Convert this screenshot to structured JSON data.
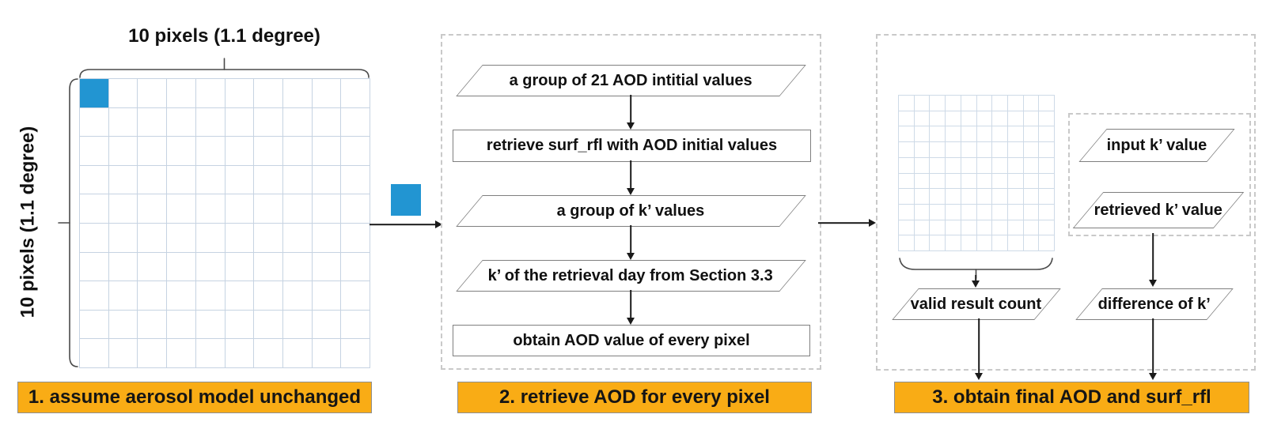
{
  "colors": {
    "accent_blue": "#2295D2",
    "caption_bg": "#F9AC15",
    "caption_border": "#8F8F8F",
    "grid_line": "#C6D3E2",
    "grid_line_light": "#CEDAE7",
    "shape_border": "#7F7F7F",
    "dashed_border": "#C9C9C9",
    "arrow_color": "#1A1A1A",
    "text_color": "#111111"
  },
  "panel1": {
    "top_label": "10 pixels (1.1 degree)",
    "left_label": "10 pixels (1.1 degree)",
    "grid": {
      "rows": 10,
      "cols": 10,
      "highlight": {
        "row": 0,
        "col": 0
      }
    },
    "caption": "1. assume aerosol model unchanged"
  },
  "panel2": {
    "caption": "2. retrieve AOD for every pixel",
    "steps": [
      {
        "shape": "parallelogram",
        "label": "a group of 21 AOD intitial values"
      },
      {
        "shape": "rectangle",
        "label": "retrieve surf_rfl with AOD initial values"
      },
      {
        "shape": "parallelogram",
        "label": "a group of k’ values"
      },
      {
        "shape": "parallelogram",
        "label": "k’ of the retrieval day from Section 3.3"
      },
      {
        "shape": "rectangle",
        "label": "obtain AOD value of every pixel"
      }
    ]
  },
  "panel3": {
    "caption": "3. obtain final AOD and surf_rfl",
    "grid": {
      "rows": 10,
      "cols": 10
    },
    "inner_inputs": [
      {
        "label": "input k’ value"
      },
      {
        "label": "retrieved k’ value"
      }
    ],
    "outputs": [
      {
        "label": "valid result count"
      },
      {
        "label": "difference of k’"
      }
    ]
  }
}
